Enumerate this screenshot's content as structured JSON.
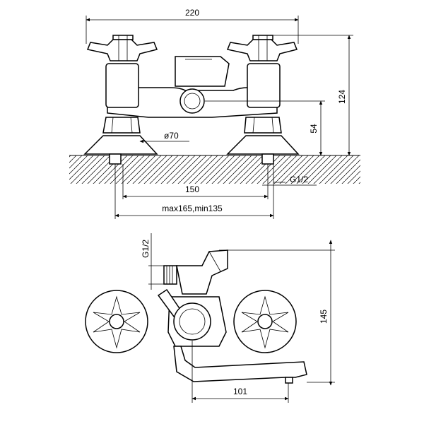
{
  "dimensions": {
    "width_total": "220",
    "height_total": "124",
    "height_center": "54",
    "flange_diameter": "ø70",
    "thread_top": "G1/2",
    "center_distance": "150",
    "center_range": "max165,min135",
    "thread_side": "G1/2",
    "height_side": "145",
    "spout_reach": "101"
  }
}
